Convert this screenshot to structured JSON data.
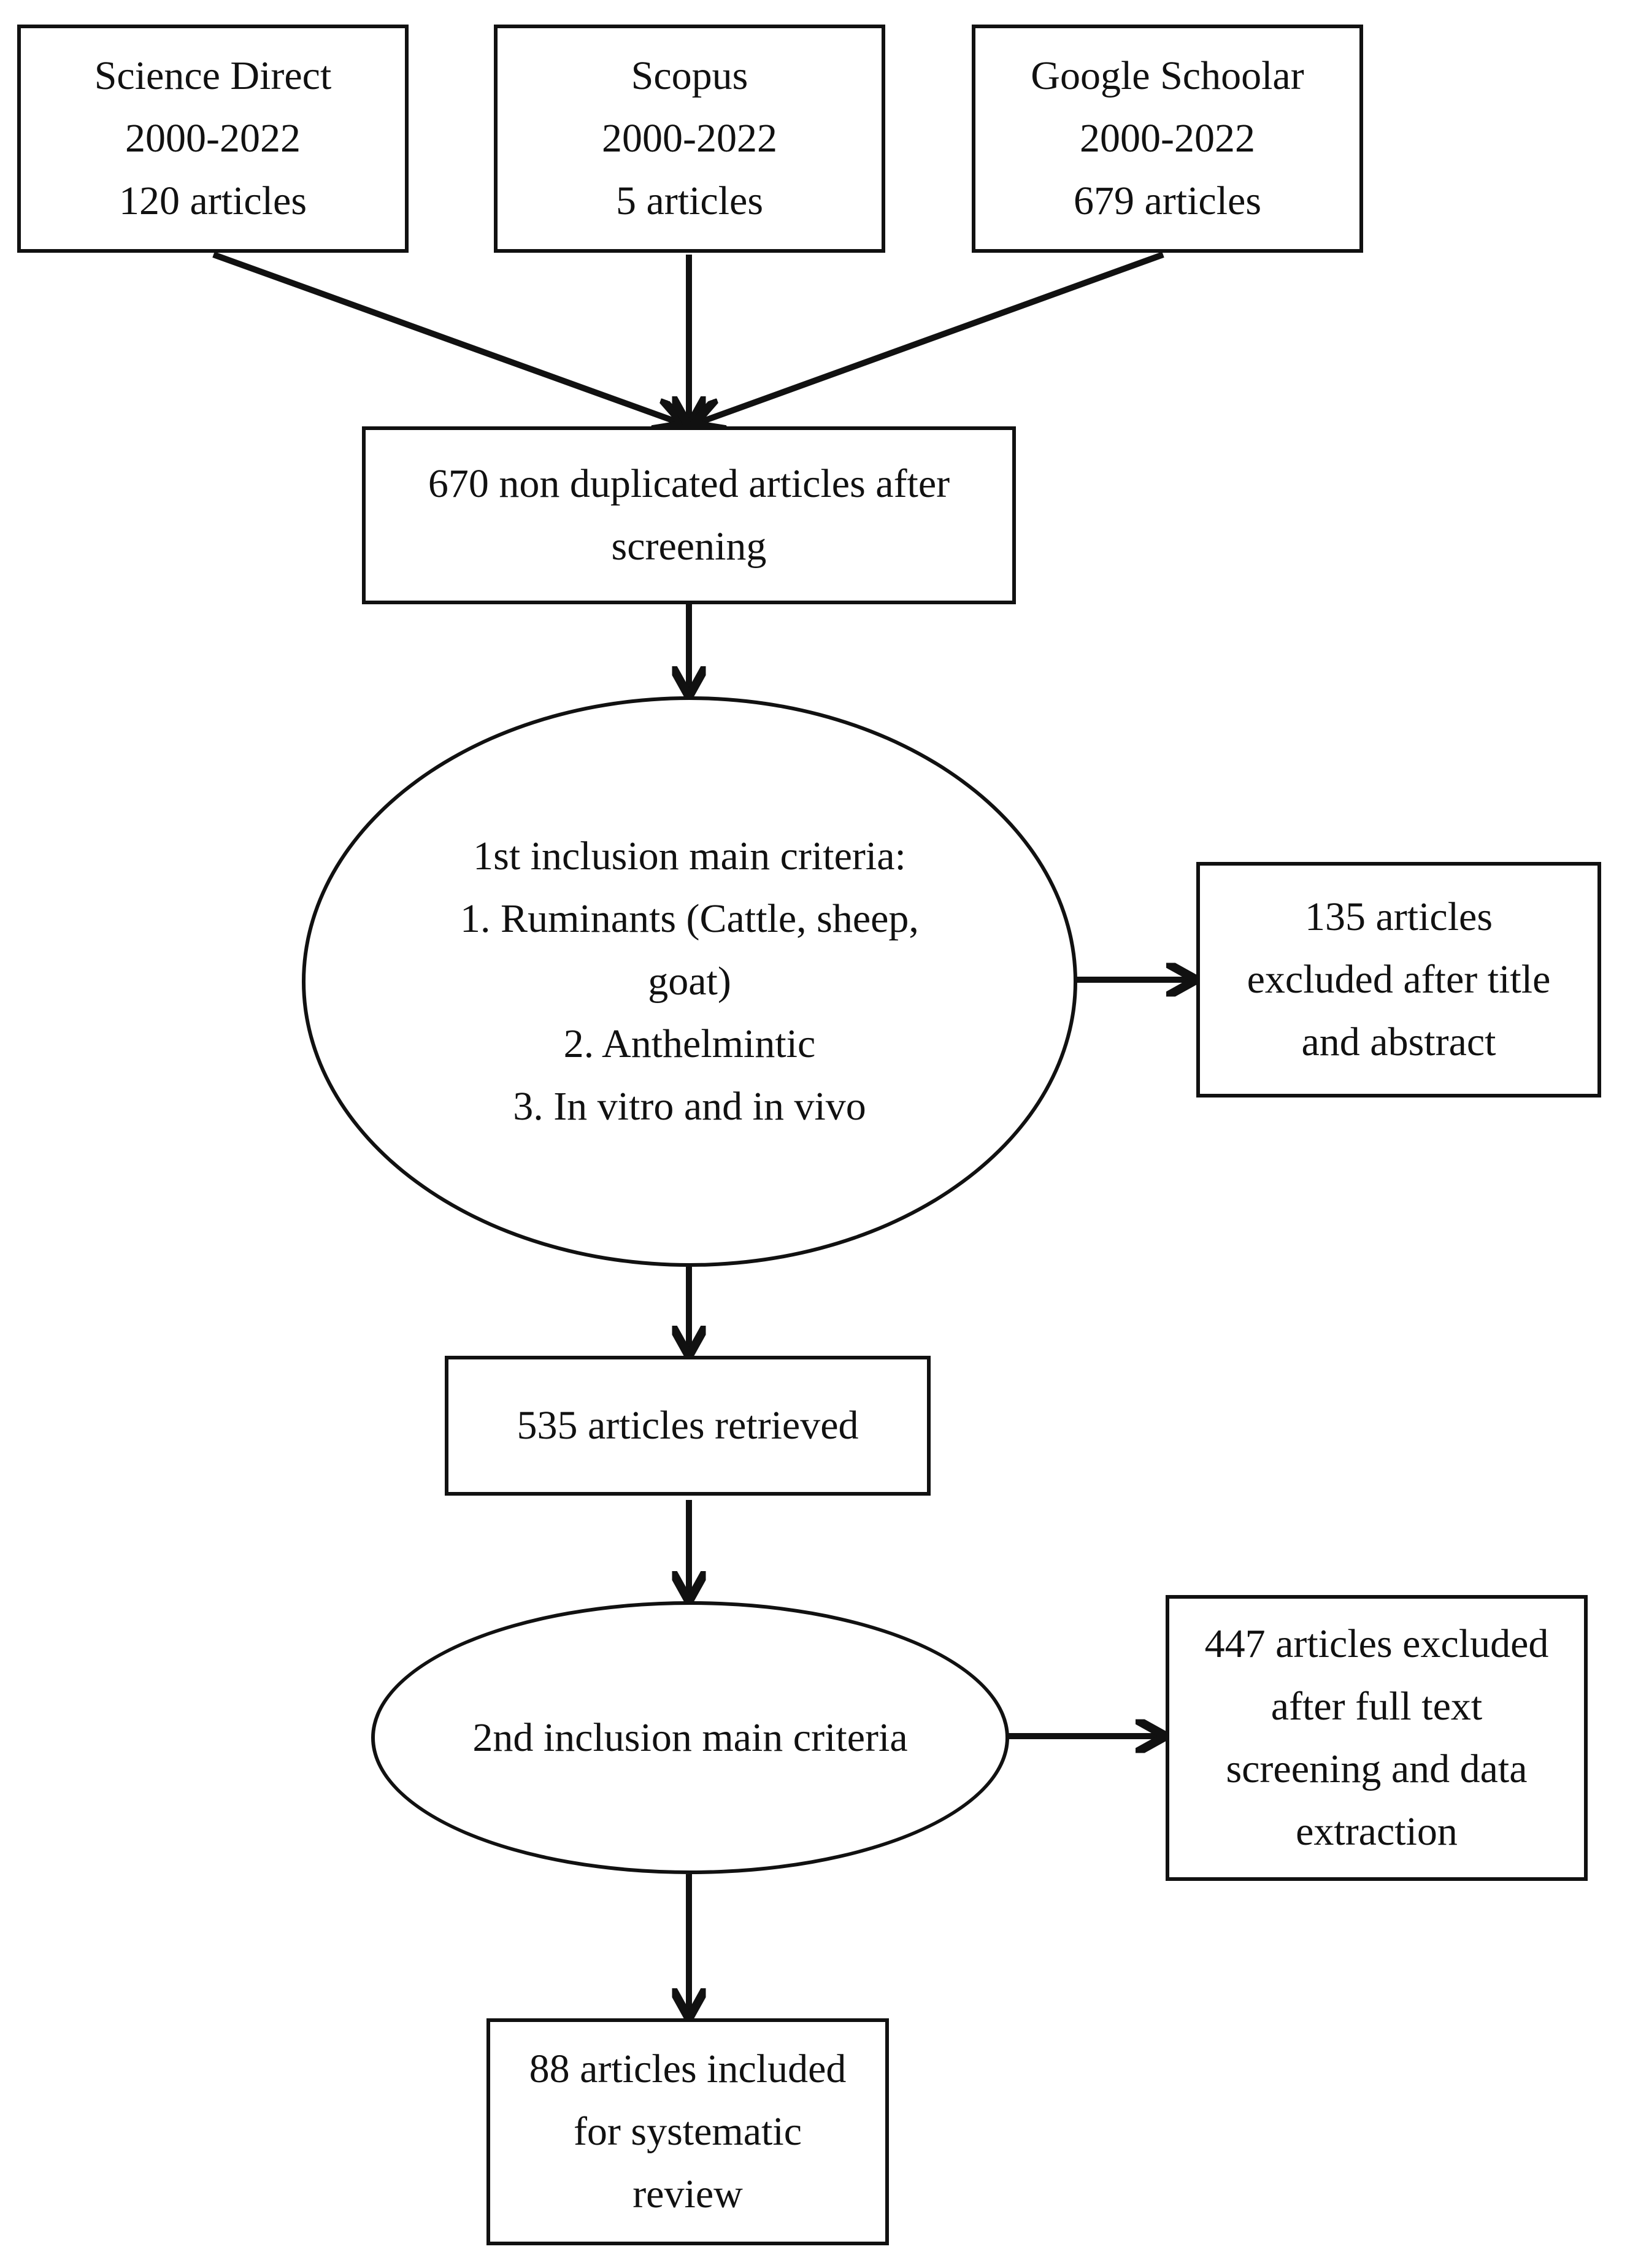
{
  "nodes": {
    "science_direct": {
      "lines": [
        "Science Direct",
        "2000-2022",
        "120 articles"
      ]
    },
    "scopus": {
      "lines": [
        "Scopus",
        "2000-2022",
        "5 articles"
      ]
    },
    "google_schoolar": {
      "lines": [
        "Google Schoolar",
        "2000-2022",
        "679 articles"
      ]
    },
    "non_duplicated": {
      "lines": [
        "670 non duplicated articles after",
        "screening"
      ]
    },
    "first_inclusion": {
      "lines": [
        "1st inclusion main criteria:",
        "1. Ruminants (Cattle, sheep,",
        "goat)",
        "2. Anthelmintic",
        "3. In vitro and in vivo"
      ]
    },
    "excluded_title_abstract": {
      "lines": [
        "135 articles",
        "excluded after title",
        "and abstract"
      ]
    },
    "retrieved": {
      "lines": [
        "535 articles retrieved"
      ]
    },
    "second_inclusion": {
      "lines": [
        "2nd inclusion main criteria"
      ]
    },
    "excluded_full_text": {
      "lines": [
        "447 articles excluded",
        "after full text",
        "screening and data",
        "extraction"
      ]
    },
    "included": {
      "lines": [
        "88 articles included",
        "for systematic",
        "review"
      ]
    }
  }
}
